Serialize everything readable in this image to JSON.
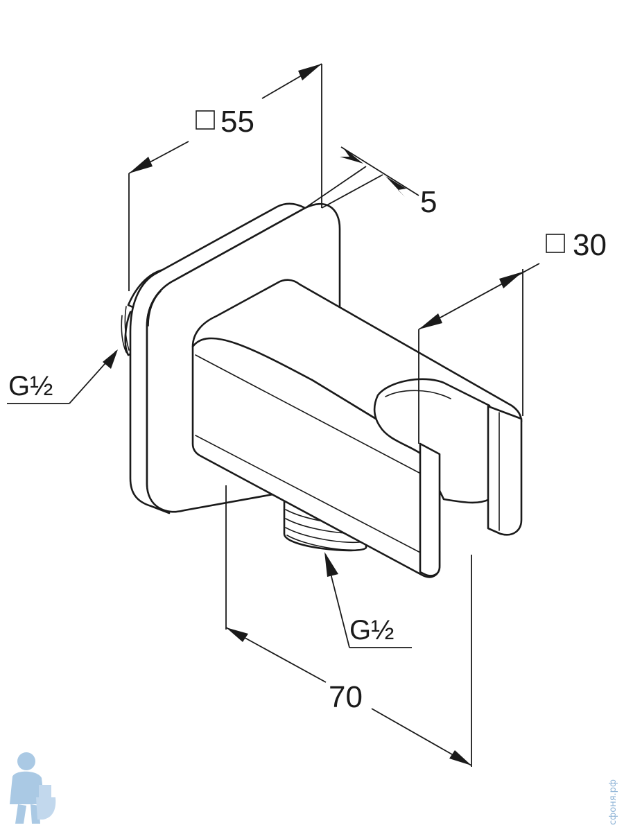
{
  "dimensions": {
    "plate_size": "55",
    "plate_thickness": "5",
    "holder_size": "30",
    "projection": "70"
  },
  "threads": {
    "inlet_left": "G½",
    "outlet_bottom": "G½"
  },
  "watermark": {
    "site_text": "сфоня.рф"
  },
  "colors": {
    "line": "#1a1a1a",
    "background": "#ffffff",
    "watermark": "#8fb4d6"
  }
}
